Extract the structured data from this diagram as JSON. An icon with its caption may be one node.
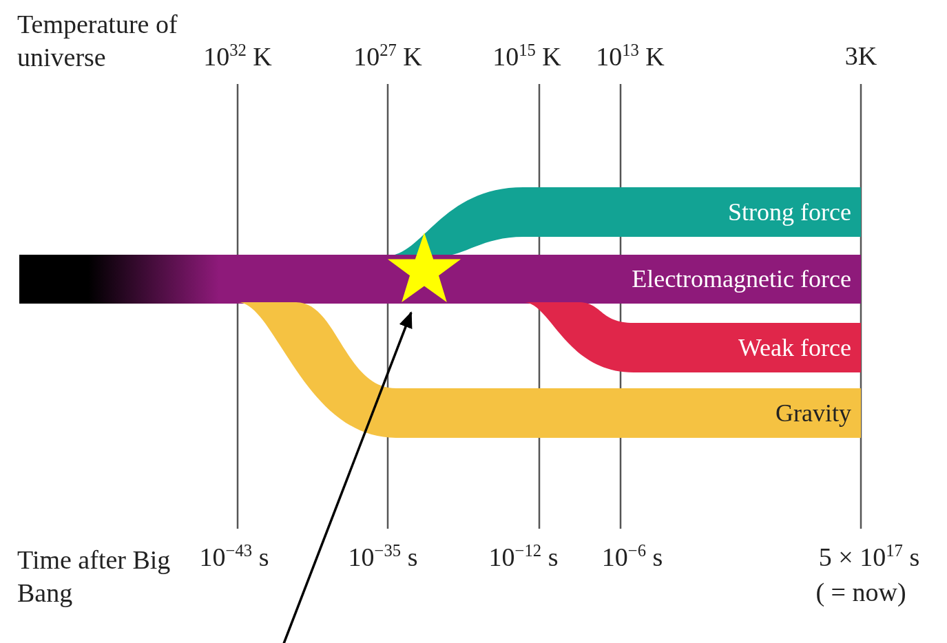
{
  "diagram": {
    "nodes": [
      {
        "text": [
          "Strong force"
        ]
      },
      {
        "text": [
          "Electromagnetic force"
        ]
      },
      {
        "text": [
          "Weak force"
        ]
      },
      {
        "text": [
          "Gravity"
        ]
      },
      {
        "text": [],
        "shape": "star"
      }
    ],
    "edges": [
      {
        "from": null,
        "to": 4,
        "arrow": "to"
      }
    ],
    "labels": [
      "Temperature of universe",
      "10$^{32}$ K",
      "10$^{27}$ K",
      "10$^{15}$ K",
      "10$^{13}$ K",
      "3K",
      "Time after Big Bang",
      "10$^{−43}$ s",
      "10$^{−35}$ s",
      "10$^{−12}$ s",
      "10$^{−6}$ s",
      "5 × 10$^{17}$ s",
      "( = now)"
    ]
  }
}
